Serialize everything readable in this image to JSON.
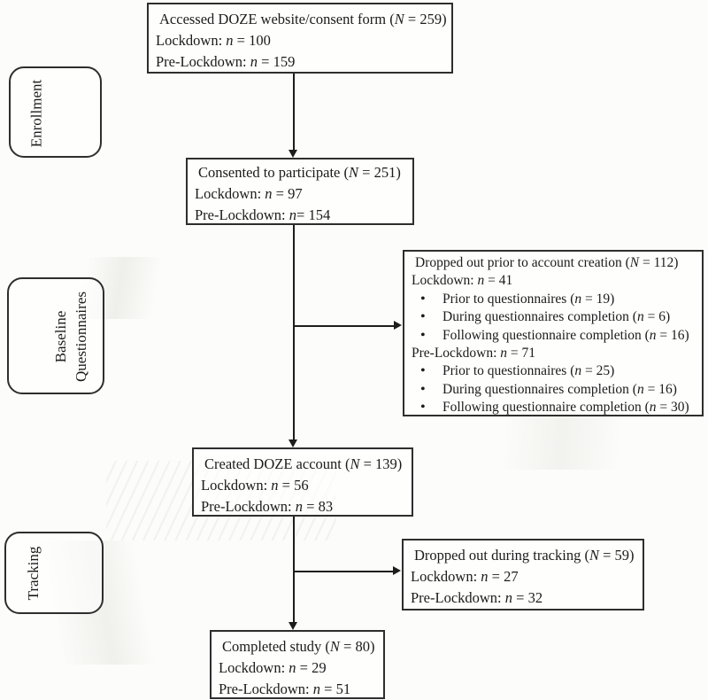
{
  "colors": {
    "ink": "#1b1b1b",
    "border": "#2e2e2e",
    "background": "#fcfcfa"
  },
  "stages": [
    {
      "label": "Enrollment"
    },
    {
      "label": "Baseline Questionnaires"
    },
    {
      "label": "Tracking"
    }
  ],
  "boxes": {
    "accessed": {
      "lines": [
        {
          "pre": "Accessed DOZE website/consent form (",
          "var": "N",
          "post": " = 259)"
        },
        {
          "pre": "Lockdown: ",
          "var": "n",
          "post": " = 100"
        },
        {
          "pre": "Pre-Lockdown: ",
          "var": "n",
          "post": " = 159"
        }
      ]
    },
    "consented": {
      "lines": [
        {
          "pre": "Consented to participate (",
          "var": "N",
          "post": " = 251)"
        },
        {
          "pre": "Lockdown: ",
          "var": "n",
          "post": " = 97"
        },
        {
          "pre": "Pre-Lockdown: ",
          "var": "n",
          "post": "= 154"
        }
      ]
    },
    "dropped_before_account": {
      "lines": [
        {
          "pre": "Dropped out prior to account creation (",
          "var": "N",
          "post": " = 112)"
        },
        {
          "pre": "Lockdown: ",
          "var": "n",
          "post": " = 41"
        },
        {
          "pre": "Prior to questionnaires (",
          "var": "n",
          "post": " = 19)"
        },
        {
          "pre": "During questionnaires completion (",
          "var": "n",
          "post": " = 6)"
        },
        {
          "pre": "Following questionnaire completion (",
          "var": "n",
          "post": " = 16)"
        },
        {
          "pre": "Pre-Lockdown: ",
          "var": "n",
          "post": " = 71"
        },
        {
          "pre": "Prior to questionnaires (",
          "var": "n",
          "post": " = 25)"
        },
        {
          "pre": "During questionnaires completion (",
          "var": "n",
          "post": " = 16)"
        },
        {
          "pre": "Following questionnaire completion (",
          "var": "n",
          "post": " = 30)"
        }
      ]
    },
    "created_account": {
      "lines": [
        {
          "pre": "Created DOZE account (",
          "var": "N",
          "post": " = 139)"
        },
        {
          "pre": "Lockdown: ",
          "var": "n",
          "post": " = 56"
        },
        {
          "pre": "Pre-Lockdown: ",
          "var": "n",
          "post": " = 83"
        }
      ]
    },
    "dropped_during_tracking": {
      "lines": [
        {
          "pre": "Dropped out during tracking (",
          "var": "N",
          "post": " = 59)"
        },
        {
          "pre": "Lockdown: ",
          "var": "n",
          "post": " = 27"
        },
        {
          "pre": "Pre-Lockdown: ",
          "var": "n",
          "post": " = 32"
        }
      ]
    },
    "completed": {
      "lines": [
        {
          "pre": "Completed study (",
          "var": "N",
          "post": " = 80)"
        },
        {
          "pre": "Lockdown: ",
          "var": "n",
          "post": " = 29"
        },
        {
          "pre": "Pre-Lockdown: ",
          "var": "n",
          "post": " = 51"
        }
      ]
    }
  }
}
